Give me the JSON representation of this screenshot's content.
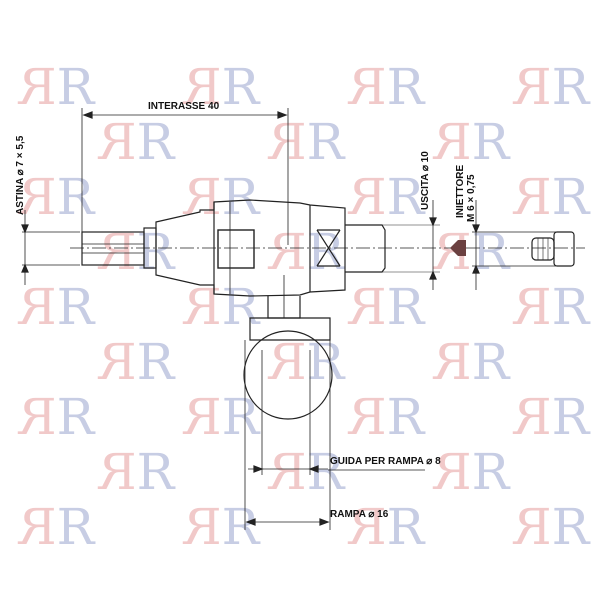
{
  "drawing": {
    "labels": {
      "interasse": "INTERASSE 40",
      "astina": "ASTINA ⌀ 7 × 5,5",
      "uscita": "USCITA ⌀ 10",
      "iniettore_1": "INIETTORE",
      "iniettore_2": "M 6 × 0,75",
      "guida": "GUIDA PER RAMPA ⌀ 8",
      "rampa": "RAMPA ⌀ 16"
    },
    "watermark": "RR",
    "colors": {
      "line": "#222222",
      "wm_red": "#d04040",
      "wm_blue": "#3a4fa0",
      "arrow": "#6b4040"
    }
  }
}
